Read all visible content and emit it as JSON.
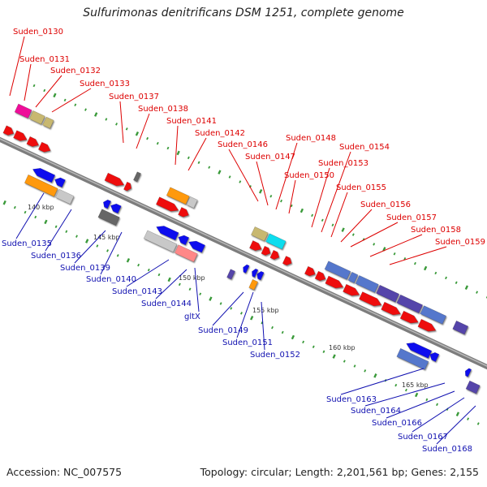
{
  "title": "Sulfurimonas denitrificans DSM 1251, complete genome",
  "accession": "Accession: NC_007575",
  "summary": "Topology: circular; Length: 2,201,561 bp; Genes: 2,155",
  "colors": {
    "forward_label": "#dd0000",
    "reverse_label": "#1010b0",
    "backbone": "#8a8a8a",
    "tick": "#3a9a3a",
    "red": "#ee1111",
    "blue": "#1111ee",
    "khaki": "#c8b870",
    "magenta": "#ee1199",
    "orange": "#ff9911",
    "gray": "#c8c8c8",
    "darkgray": "#666666",
    "cyan": "#11ddee",
    "steelblue": "#5577cc",
    "slateblue": "#5544aa",
    "pink": "#ff8888"
  },
  "ticks": [
    "140 kbp",
    "145 kbp",
    "150 kbp",
    "155 kbp",
    "160 kbp",
    "165 kbp"
  ],
  "forward_genes": [
    "Suden_0130",
    "Suden_0131",
    "Suden_0132",
    "Suden_0133",
    "Suden_0137",
    "Suden_0138",
    "Suden_0141",
    "Suden_0142",
    "Suden_0146",
    "Suden_0147",
    "Suden_0148",
    "Suden_0150",
    "Suden_0153",
    "Suden_0154",
    "Suden_0155",
    "Suden_0156",
    "Suden_0157",
    "Suden_0158",
    "Suden_0159"
  ],
  "reverse_genes": [
    "Suden_0135",
    "Suden_0136",
    "Suden_0139",
    "Suden_0140",
    "Suden_0143",
    "Suden_0144",
    "gltX",
    "Suden_0149",
    "Suden_0151",
    "Suden_0152",
    "Suden_0163",
    "Suden_0164",
    "Suden_0166",
    "Suden_0167",
    "Suden_0168"
  ]
}
